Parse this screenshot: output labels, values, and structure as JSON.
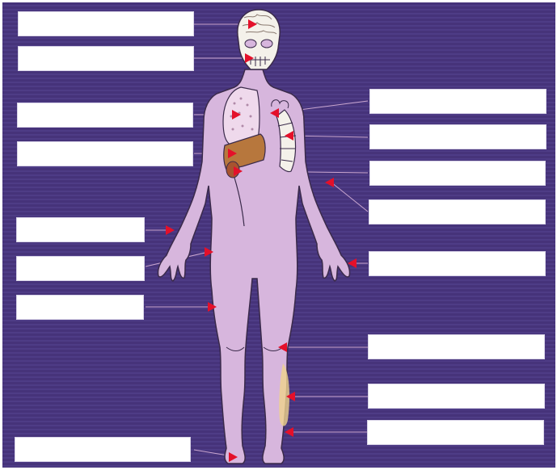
{
  "labels": [
    {
      "id": "brain",
      "text": ""
    },
    {
      "id": "face",
      "text": ""
    },
    {
      "id": "lung",
      "text": ""
    },
    {
      "id": "liver",
      "text": ""
    },
    {
      "id": "left-forearm",
      "text": ""
    },
    {
      "id": "left-hip",
      "text": ""
    },
    {
      "id": "left-thigh",
      "text": ""
    },
    {
      "id": "left-foot",
      "text": ""
    },
    {
      "id": "heart",
      "text": ""
    },
    {
      "id": "spleen",
      "text": ""
    },
    {
      "id": "kidney",
      "text": ""
    },
    {
      "id": "right-elbow",
      "text": ""
    },
    {
      "id": "right-hand",
      "text": ""
    },
    {
      "id": "right-knee",
      "text": ""
    },
    {
      "id": "right-shin",
      "text": ""
    },
    {
      "id": "right-ankle",
      "text": ""
    }
  ],
  "colors": {
    "background": "#46337a",
    "body": "#d7b6dd",
    "body_outline": "#3a2a4a",
    "skeleton": "#f4f1ea",
    "lung": "#efd9ec",
    "liver": "#b7773d",
    "arrow": "#e4102a",
    "shin_highlight": "#efd38c"
  }
}
